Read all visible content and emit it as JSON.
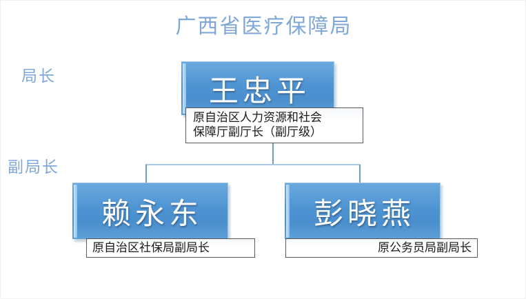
{
  "chart": {
    "type": "org-chart",
    "title": "广西省医疗保障局",
    "title_color": "#7fa8d8",
    "node_color": "#4e93d2",
    "row_labels": [
      {
        "label": "局长"
      },
      {
        "label": "副局长"
      }
    ],
    "nodes": [
      {
        "level": 1,
        "name": "王忠平",
        "caption": "原自治区人力资源和社会\n保障厅副厅长（副厅级）"
      },
      {
        "level": 2,
        "name": "赖永东",
        "caption": "原自治区社保局副局长"
      },
      {
        "level": 2,
        "name": "彭晓燕",
        "caption": "原公务员局副局长"
      }
    ]
  }
}
